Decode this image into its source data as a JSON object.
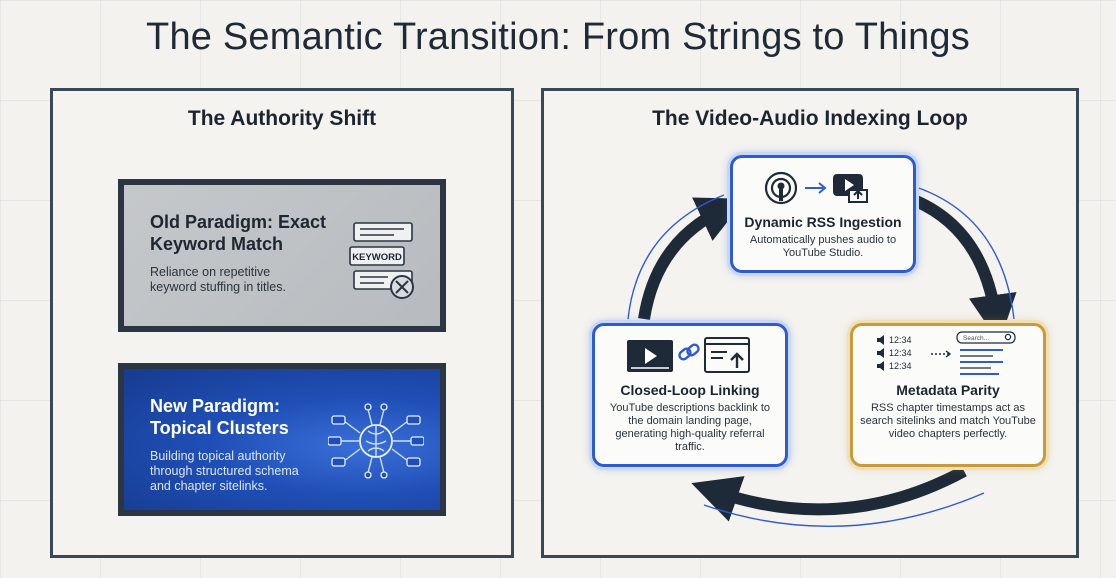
{
  "title": "The Semantic Transition: From Strings to Things",
  "left_panel": {
    "title": "The Authority Shift",
    "old_card": {
      "heading": "Old Paradigm: Exact Keyword Match",
      "body": "Reliance on repetitive keyword stuffing in titles.",
      "illustration_label": "KEYWORD",
      "icon": "keyword-block-icon"
    },
    "new_card": {
      "heading": "New Paradigm: Topical Clusters",
      "body": "Building topical authority through structured schema and chapter sitelinks.",
      "icon": "brain-network-icon"
    }
  },
  "right_panel": {
    "title": "The Video-Audio Indexing Loop",
    "nodes": {
      "top": {
        "title": "Dynamic RSS Ingestion",
        "desc": "Automatically pushes audio to YouTube Studio.",
        "icons": [
          "podcast-icon",
          "arrow-right-icon",
          "youtube-upload-icon"
        ]
      },
      "left": {
        "title": "Closed-Loop Linking",
        "desc": "YouTube descriptions backlink to the domain landing page, generating high-quality referral traffic.",
        "icons": [
          "video-player-icon",
          "link-icon",
          "landing-page-icon"
        ]
      },
      "right": {
        "title": "Metadata Parity",
        "desc": "RSS chapter timestamps act as search sitelinks and match YouTube video chapters perfectly.",
        "timestamps": [
          "12:34",
          "12:34",
          "12:34"
        ],
        "search_placeholder": "Search...",
        "icons": [
          "audio-timestamp-icon",
          "search-results-icon"
        ]
      }
    }
  },
  "colors": {
    "accent_blue": "#2f5bd0",
    "accent_gold": "#c79a3c",
    "dark_arrow": "#1f2a38",
    "card_blue": "#1f4fb6"
  }
}
